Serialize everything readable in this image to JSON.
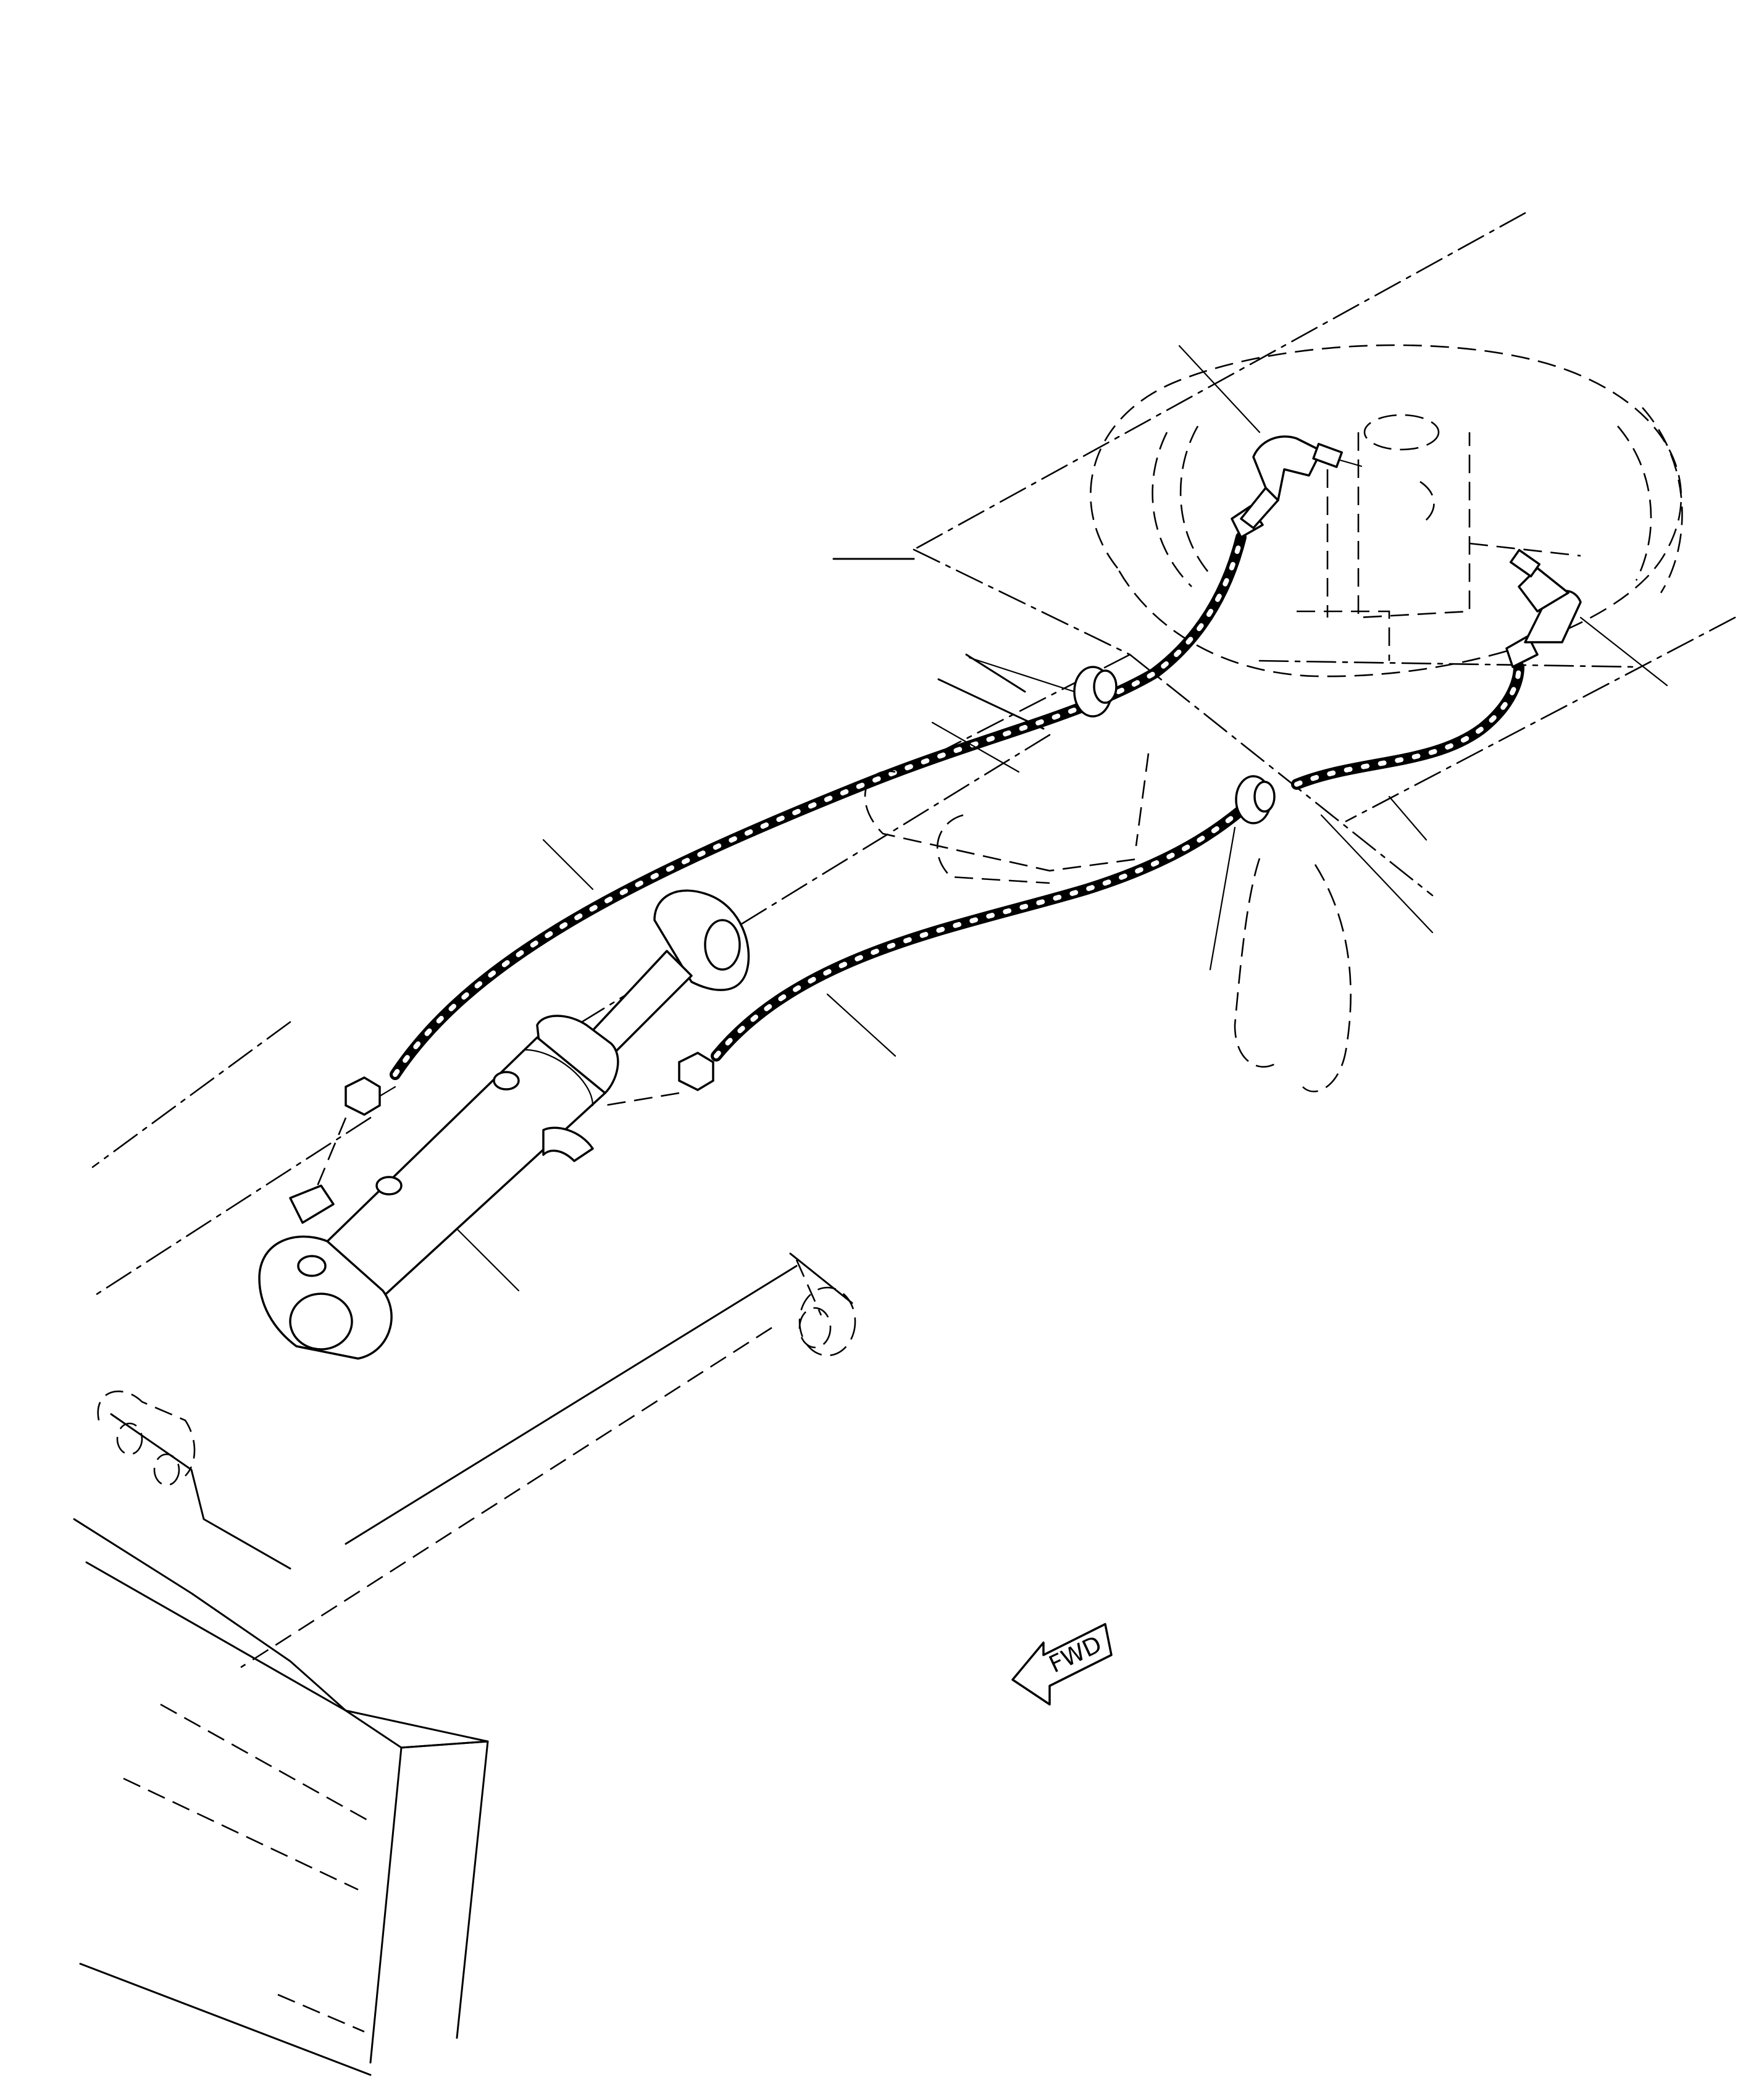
{
  "diagram": {
    "direction_marker": {
      "label": "FWD",
      "icon": "forward-arrow-icon"
    },
    "components": [
      "steering-cylinder",
      "hydraulic-hose-upper",
      "hydraulic-hose-lower",
      "elbow-fitting-left",
      "elbow-fitting-right",
      "swivel-joint",
      "frame",
      "front-attachment"
    ],
    "leader_line_count": 10,
    "colors": {
      "line": "#000000",
      "background": "#ffffff"
    }
  }
}
